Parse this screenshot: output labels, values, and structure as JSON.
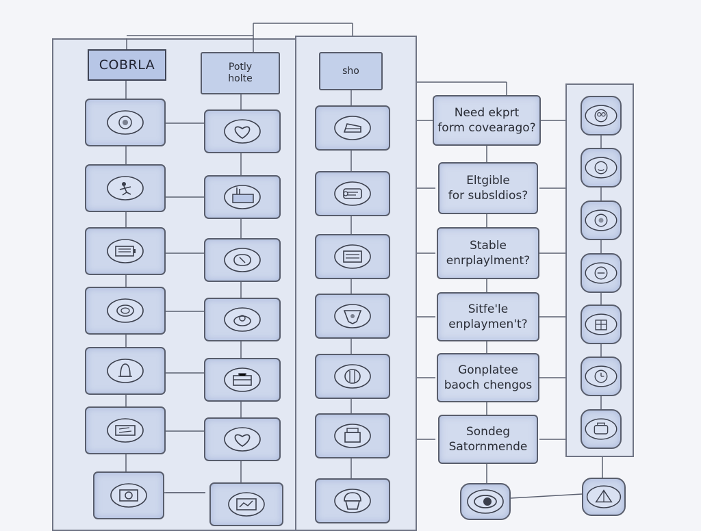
{
  "diagram": {
    "title_label": "COBRLA",
    "header_label_line1": "Potly",
    "header_label_line2": "holte",
    "header_label_3": "sho",
    "questions": [
      {
        "line1": "Need ekprt",
        "line2": "form covearago?"
      },
      {
        "line1": "Eltgible",
        "line2": "for subsldios?"
      },
      {
        "line1": "Stable",
        "line2": "enrplaylment?"
      },
      {
        "line1": "Sitfe'le",
        "line2": "enplaymen't?"
      },
      {
        "line1": "Gonplatee",
        "line2": "baoch chengos"
      },
      {
        "line1": "Sondeg",
        "line2": "Satornmende"
      }
    ],
    "col1_icons": [
      "plate-icon",
      "dancer-icon",
      "battery-icon",
      "coin-icon",
      "bell-icon",
      "ticket-icon",
      "camera-icon"
    ],
    "col2_icons": [
      "heart-icon",
      "flag-icon",
      "pill-icon",
      "cake-icon",
      "briefcase-icon",
      "heart-icon",
      "chart-icon"
    ],
    "col3_icons": [
      "cake-slice-icon",
      "scroll-icon",
      "card-icon",
      "shield-icon",
      "bread-icon",
      "box-icon",
      "cupcake-icon"
    ],
    "col3_bottom_icon": "eye-icon",
    "col5_icons": [
      "owl-icon",
      "face-icon",
      "badge-icon",
      "dish-icon",
      "gift-icon",
      "clock-icon",
      "toaster-icon"
    ],
    "col5_bottom_icon": "tent-icon"
  }
}
